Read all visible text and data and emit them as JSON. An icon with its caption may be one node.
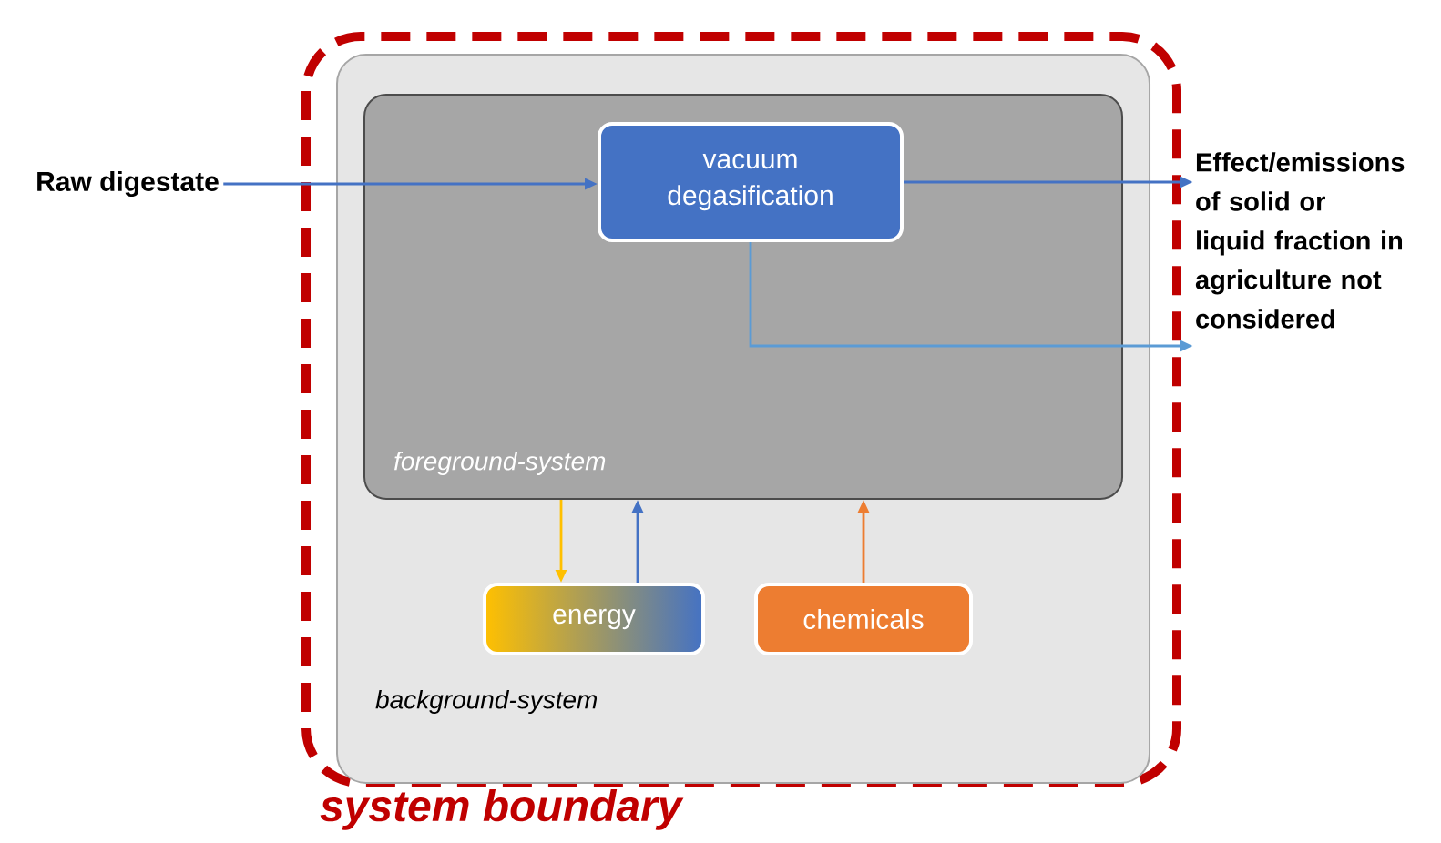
{
  "diagram": {
    "nodes": [
      {
        "text": [
          "system boundary"
        ]
      },
      {
        "text": [
          "background-system"
        ],
        "in": 0
      },
      {
        "text": [
          "foreground-system"
        ],
        "in": 1
      },
      {
        "text": [
          "vacuum degasification"
        ],
        "in": 2
      },
      {
        "text": [
          "energy"
        ],
        "in": 1
      },
      {
        "text": [
          "chemicals"
        ],
        "in": 1
      },
      {
        "text": [
          "Raw digestate"
        ]
      },
      {
        "text": [
          "Effect/emissions of solid or liquid fraction in agriculture not considered"
        ]
      }
    ],
    "edges": [
      {
        "from": 6,
        "to": 3,
        "arrow": "to"
      },
      {
        "from": 3,
        "to": 7,
        "arrow": "to"
      },
      {
        "from": 3,
        "to": 7,
        "arrow": "to",
        "color": "#5b9bd5"
      },
      {
        "from": 2,
        "to": 4,
        "arrow": "to",
        "color": "#ffc000"
      },
      {
        "from": 4,
        "to": 2,
        "arrow": "to"
      },
      {
        "from": 5,
        "to": 2,
        "arrow": "to",
        "color": "#ed7d31"
      }
    ]
  }
}
